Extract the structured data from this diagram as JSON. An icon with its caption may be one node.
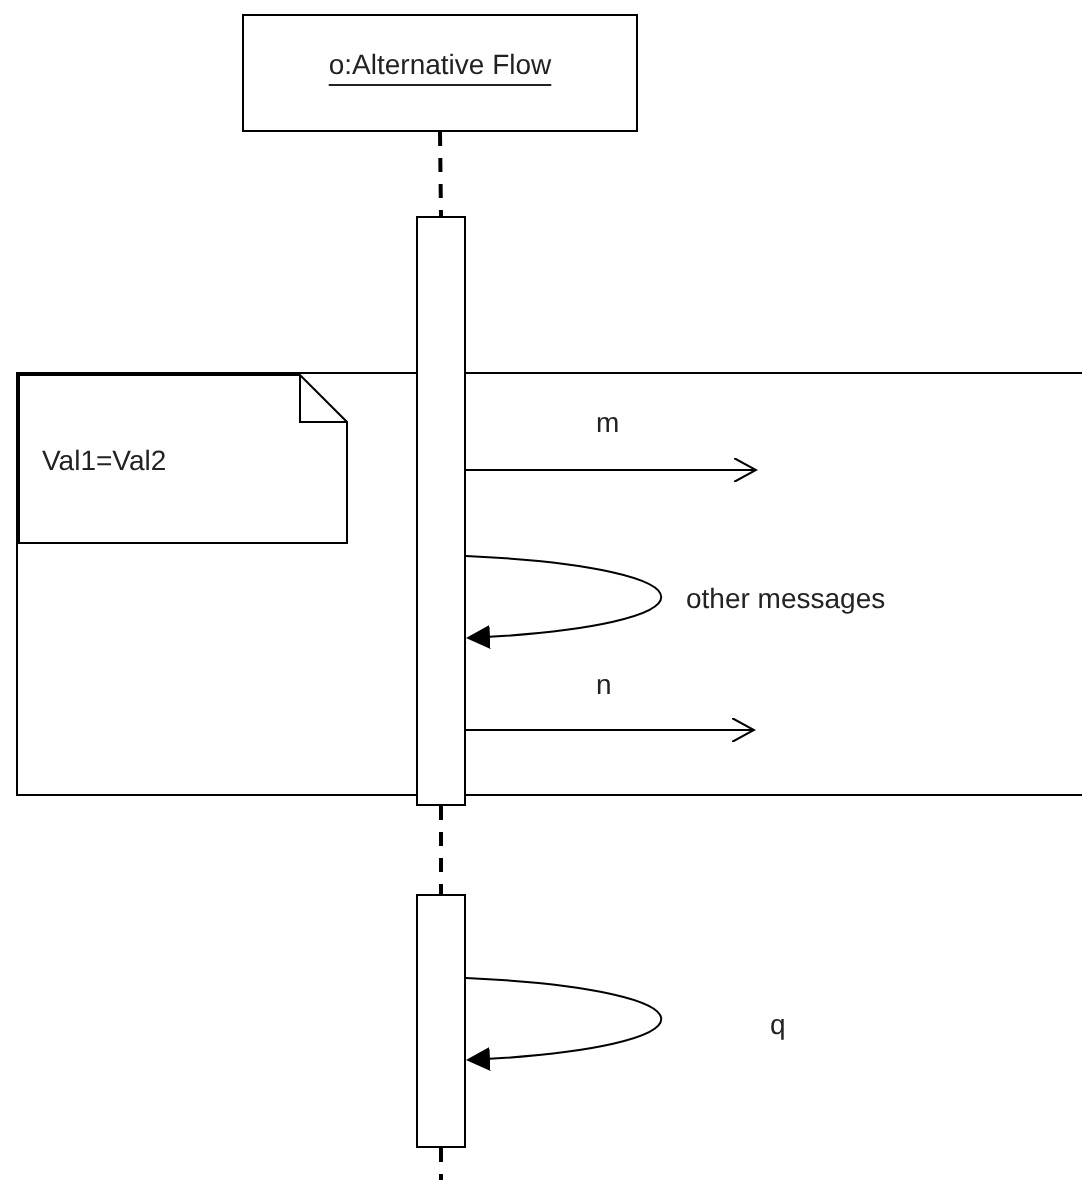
{
  "diagram": {
    "nodes": [
      {
        "text": [
          "o:Alternative Flow"
        ]
      },
      {
        "text": [],
        "shape": "box"
      },
      {
        "text": [
          "Val1=Val2"
        ],
        "in": 1
      },
      {
        "text": [],
        "shape": "bar"
      },
      {
        "text": [],
        "shape": "bar"
      }
    ],
    "edges": [
      {
        "from": 0,
        "to": 3,
        "arrow": "none",
        "style": "dashed"
      },
      {
        "from": 3,
        "to": 4,
        "arrow": "none",
        "style": "dashed"
      },
      {
        "from": 4,
        "to": null,
        "arrow": "none",
        "style": "dashed"
      },
      {
        "from": 3,
        "to": null,
        "arrow": "to",
        "label": "m"
      },
      {
        "from": 3,
        "to": 3,
        "arrow": "to",
        "label": "other messages"
      },
      {
        "from": 3,
        "to": null,
        "arrow": "to",
        "label": "n"
      },
      {
        "from": 4,
        "to": 4,
        "arrow": "to",
        "label": "q"
      }
    ]
  }
}
